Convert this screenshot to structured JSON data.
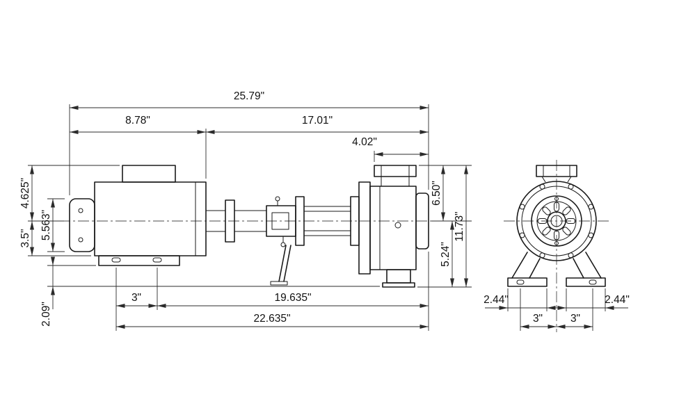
{
  "drawing": {
    "title": "pump-assembly-dimensional-drawing",
    "background": "#ffffff",
    "line_color": "#1a1a1a",
    "side_view": {
      "dim_overall_length": "25.79\"",
      "dim_motor_length": "8.78\"",
      "dim_pump_length": "17.01\"",
      "dim_port_to_end": "4.02\"",
      "dim_box_to_centerline": "4.625\"",
      "dim_endbell_diameter": "5.563\"",
      "dim_centerline_to_base": "3.5\"",
      "dim_base_to_flange": "2.09\"",
      "dim_centerline_to_top": "6.50\"",
      "dim_centerline_to_bottom": "5.24\"",
      "dim_overall_height": "11.73\"",
      "dim_foot_hole_spacing": "3\"",
      "dim_hole_to_pump_end": "19.635\"",
      "dim_base_to_pump_end": "22.635\""
    },
    "end_view": {
      "dim_left_foot": "2.44\"",
      "dim_right_foot": "2.44\"",
      "dim_left_bolt_to_center": "3\"",
      "dim_right_bolt_to_center": "3\""
    }
  }
}
